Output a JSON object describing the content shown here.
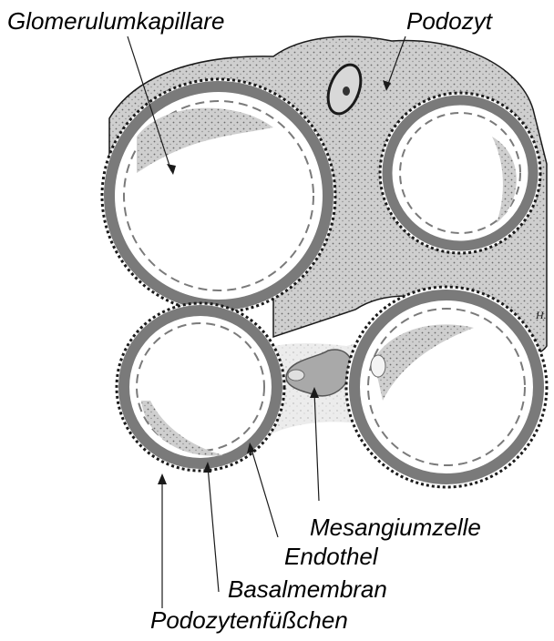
{
  "labels": {
    "glomerulumkapillare": "Glomerulumkapillare",
    "podozyt": "Podozyt",
    "mesangiumzelle": "Mesangiumzelle",
    "endothel": "Endothel",
    "basalmembran": "Basalmembran",
    "podozytenfuesschen": "Podozytenfüßchen",
    "signature": "H."
  },
  "colors": {
    "ink": "#1a1a1a",
    "basement_membrane": "#7a7a7a",
    "cytoplasm": "#c9c9c9",
    "lumen": "#ffffff",
    "mesangium": "#e2e2e2",
    "mesangial_cell": "#a9a9a9"
  }
}
